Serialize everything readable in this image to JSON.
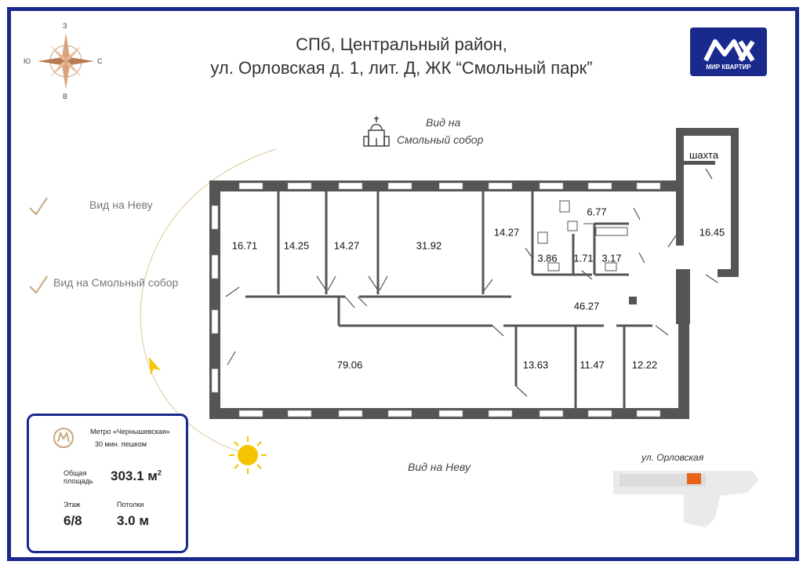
{
  "header": {
    "line1": "СПб, Центральный район,",
    "line2": "ул. Орловская д. 1, лит. Д, ЖК “Смольный парк”"
  },
  "compass": {
    "n": "З",
    "s": "В",
    "w": "Ю",
    "e": "С"
  },
  "logo": {
    "mark": "MK",
    "text": "МИР КВАРТИР",
    "color": "#1a2a8c"
  },
  "views": {
    "top": [
      "Вид на",
      "Смольный собор"
    ],
    "bottom": "Вид на Неву",
    "left_items": [
      "Вид на Неву",
      "Вид на Смольный собор"
    ]
  },
  "rooms": {
    "r1": "16.71",
    "r2": "14.25",
    "r3": "14.27",
    "r4": "31.92",
    "r5": "14.27",
    "r6": "6.77",
    "r7": "3.86",
    "r8": "1.71",
    "r9": "3.17",
    "r10": "16.45",
    "r11": "46.27",
    "r12": "79.06",
    "r13": "13.63",
    "r14": "11.47",
    "r15": "12.22",
    "shaft": "шахта"
  },
  "info": {
    "metro": "Метро «Чернышевская»",
    "walk": "30 мин. пешком",
    "area_label1": "Общая",
    "area_label2": "площадь",
    "area_value": "303.1 м",
    "area_sup": "2",
    "floor_label": "Этаж",
    "floor_value": "6/8",
    "ceiling_label": "Потолки",
    "ceiling_value": "3.0 м"
  },
  "minimap": {
    "street": "ул. Орловская"
  },
  "colors": {
    "brand": "#1a2a8c",
    "wall": "#555555",
    "sun": "#f5c400",
    "accent": "#e8621a"
  }
}
